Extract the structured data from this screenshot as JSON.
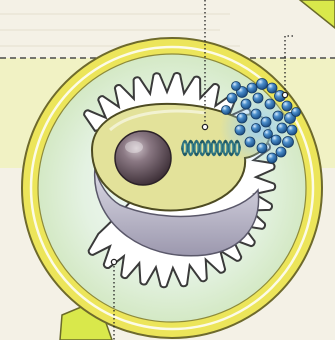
{
  "illustration": {
    "subject": "cell-cross-section",
    "colors": {
      "page_background": "#f4f1e6",
      "paper_texture": "#ece7d4",
      "highlight_band": "#eef3a8",
      "lens_ring": "#ece55a",
      "lens_ring_outline": "#6e6a2c",
      "lens_inner": "#d8ecc9",
      "lens_glow": "#f2f8ff",
      "cell_wall": "#ffffff",
      "cell_wall_outline": "#3a3a3a",
      "cytoplasm": "#e3e29a",
      "cytoplasm_outline": "#4d4b22",
      "vacuole": "#c6c4d2",
      "vacuole_shadow": "#a7a4b8",
      "nucleus": "#6a5a64",
      "nucleus_highlight": "#b8aab2",
      "dna_strand": "#2b6d7a",
      "pores_glow": "#5ea7d6",
      "pores": "#2f73b3",
      "pore_highlight": "#d9ecff",
      "corner_accent": "#d9e84b",
      "leader_line": "#222222"
    },
    "icons": {
      "ring": "magnifier-lens",
      "cell": "cell-cutaway",
      "nucleus": "nucleus-sphere",
      "dna": "dna-strand",
      "cluster": "bubble-cluster"
    }
  }
}
